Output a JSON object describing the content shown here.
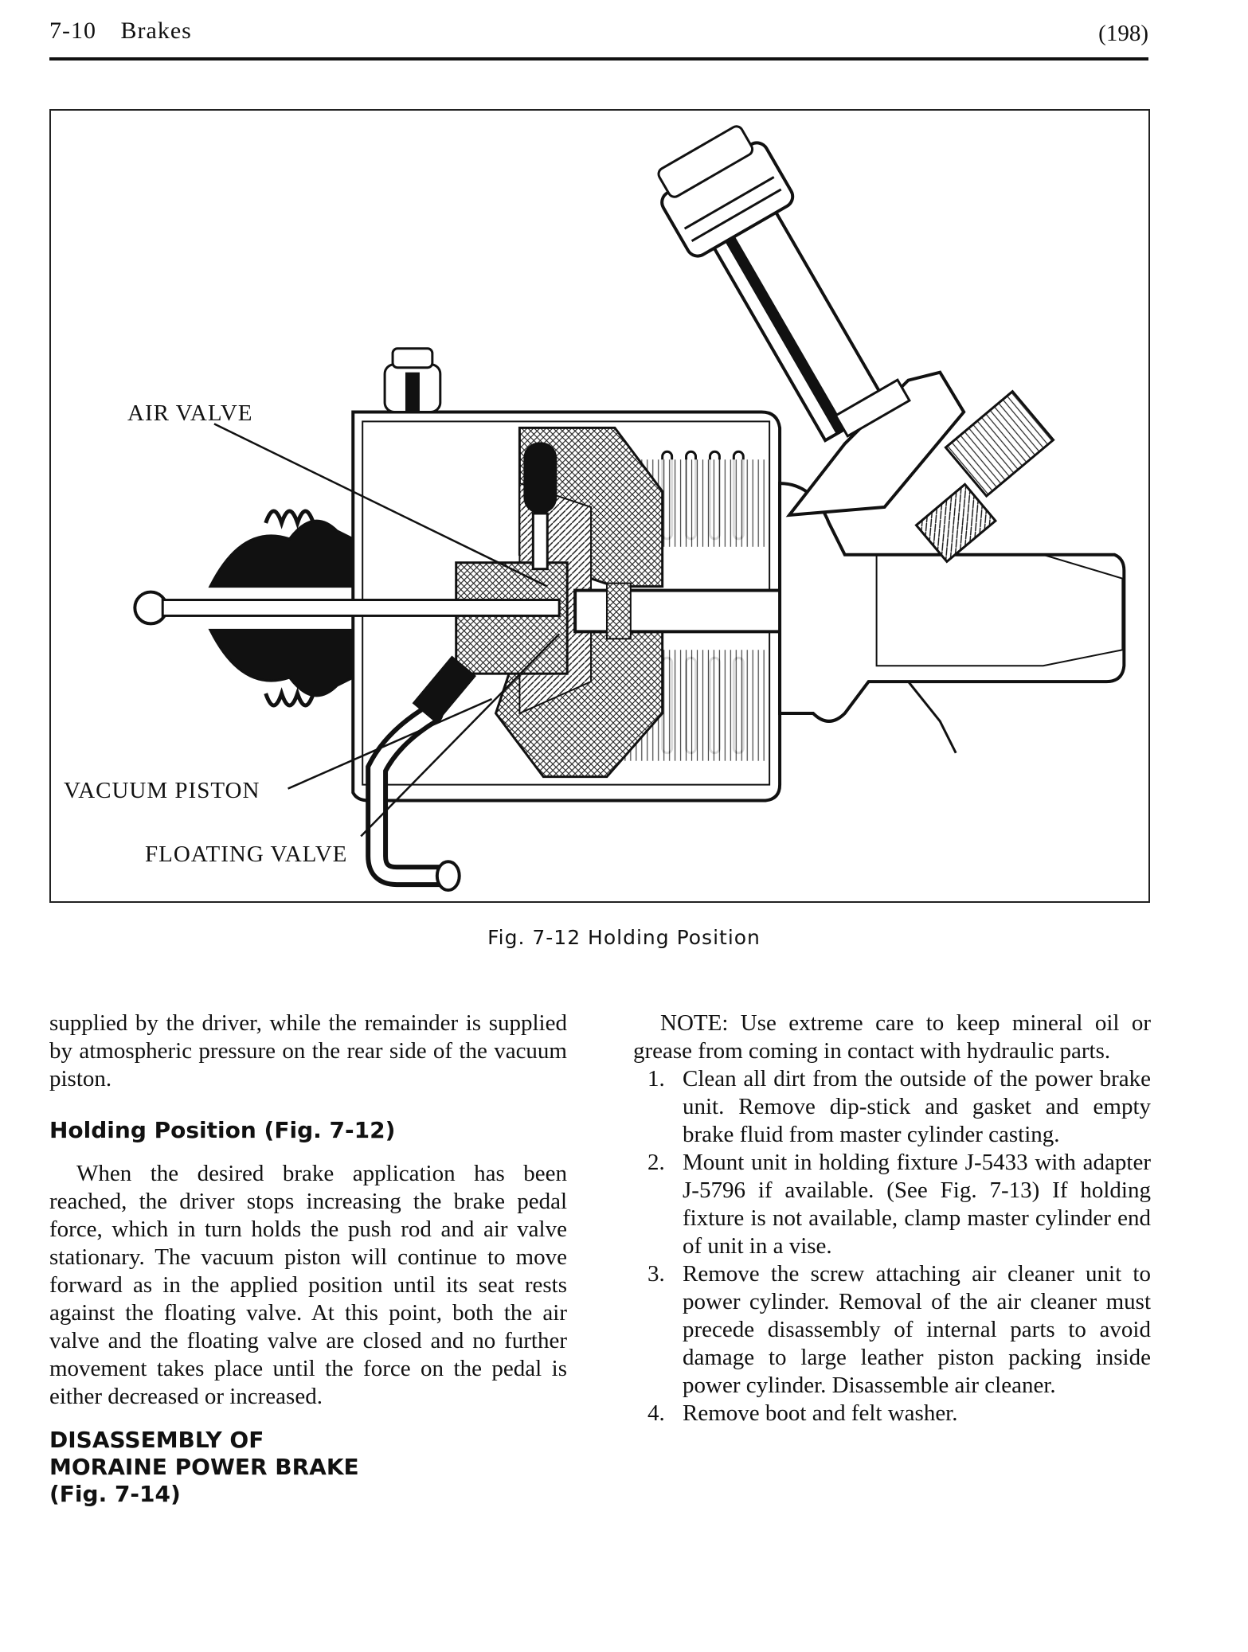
{
  "header": {
    "section": "7-10",
    "title": "Brakes",
    "page_number": "(198)"
  },
  "figure": {
    "callouts": {
      "air_valve": "AIR VALVE",
      "vacuum_piston": "VACUUM  PISTON",
      "floating_valve": "FLOATING VALVE"
    },
    "caption": "Fig. 7-12   Holding Position"
  },
  "left_column": {
    "intro_paragraph": "supplied by the driver, while the remainder is supplied by atmospheric pressure on the rear side of the vacuum piston.",
    "holding_heading": "Holding Position (Fig. 7-12)",
    "holding_paragraph": "When the desired brake application has been reached, the driver stops increasing the brake pedal force, which in turn holds the push rod and air valve stationary. The vacuum piston will continue to move forward as in the applied position until its seat rests against the floating valve. At this point, both the air valve and the floating valve are closed and no further movement takes place until the force on the pedal is either decreased or increased.",
    "disassembly_heading_line1": "DISASSEMBLY OF",
    "disassembly_heading_line2": "MORAINE POWER BRAKE",
    "disassembly_heading_line3": "(Fig. 7-14)"
  },
  "right_column": {
    "note": "NOTE: Use extreme care to keep mineral oil or grease from coming in contact with hydraulic parts.",
    "steps": [
      {
        "num": "1.",
        "text": "Clean all dirt from the outside of the power brake unit. Remove dip-stick and gasket and empty brake fluid from master cylinder casting."
      },
      {
        "num": "2.",
        "text": "Mount unit in holding fixture J-5433 with adapter J-5796 if available. (See Fig. 7-13) If holding fixture is not available, clamp master cylinder end of unit in a vise."
      },
      {
        "num": "3.",
        "text": "Remove the screw attaching air cleaner unit to power cylinder. Removal of the air cleaner must precede disassembly of internal parts to avoid damage to large leather piston packing inside power cylinder. Disassemble air cleaner."
      },
      {
        "num": "4.",
        "text": "Remove boot and felt washer."
      }
    ]
  }
}
